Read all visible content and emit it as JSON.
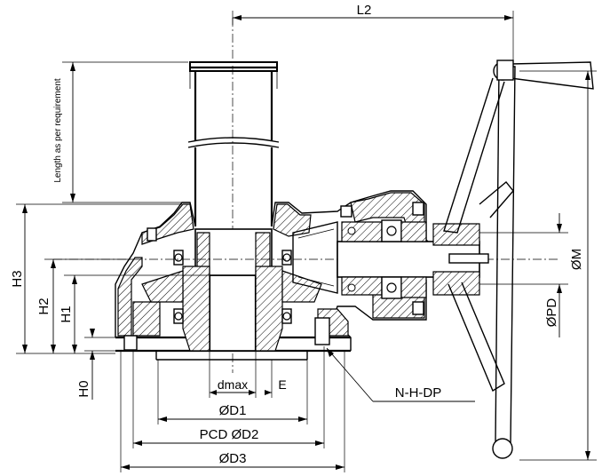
{
  "labels": {
    "l2": "L2",
    "length_note": "Length as per requirement",
    "h3": "H3",
    "h2": "H2",
    "h1": "H1",
    "h0": "H0",
    "dmax": "dmax",
    "e": "E",
    "nhdp": "N-H-DP",
    "d1": "ØD1",
    "pcd": "PCD ØD2",
    "d3": "ØD3",
    "m": "ØM",
    "pd": "ØPD"
  }
}
